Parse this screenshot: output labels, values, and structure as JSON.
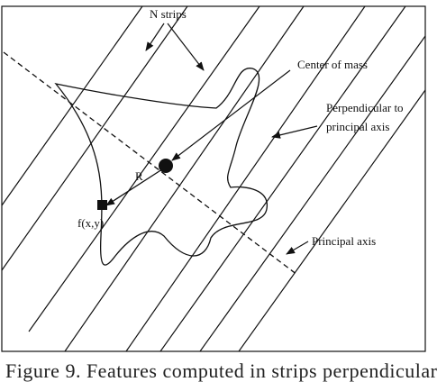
{
  "labels": {
    "n_strips": "N strips",
    "center_of_mass": "Center of mass",
    "perpendicular_line1": "Perpendicular to",
    "perpendicular_line2": "principal axis",
    "radius": "R",
    "point_fxy": "f(x,y)",
    "principal_axis": "Principal axis"
  },
  "caption": "Figure 9. Features computed in strips perpendicular",
  "colors": {
    "ink": "#111111",
    "background": "#ffffff"
  }
}
